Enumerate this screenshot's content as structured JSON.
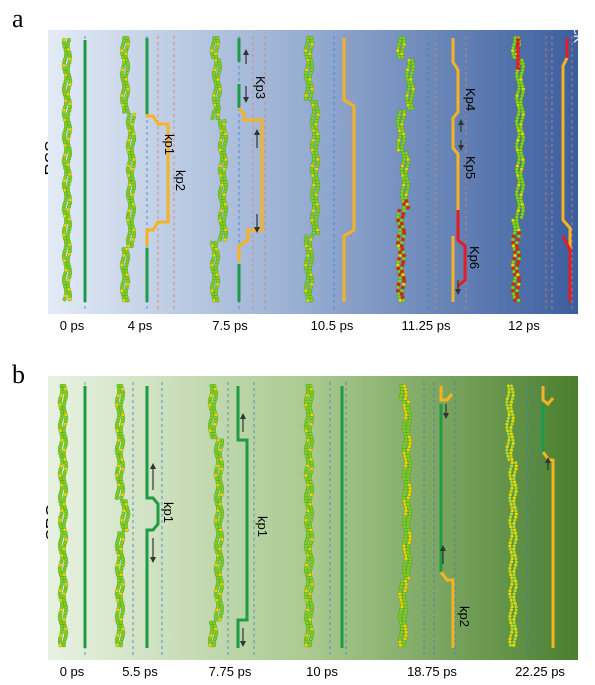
{
  "panel_a": {
    "letter": "a",
    "label": "RSS",
    "times": [
      "0 ps",
      "4 ps",
      "7.5 ps",
      "10.5 ps",
      "11.25 ps",
      "12 ps"
    ],
    "annotations": [
      "kp1",
      "kp2",
      "Kp3",
      "Kp4",
      "Kp5",
      "Kp6",
      "cK"
    ]
  },
  "panel_b": {
    "letter": "b",
    "label": "SRO",
    "times": [
      "0 ps",
      "5.5 ps",
      "7.75 ps",
      "10 ps",
      "18.75 ps",
      "22.25 ps"
    ],
    "annotations": [
      "kp1",
      "kp1",
      "kp2"
    ]
  },
  "colors": {
    "dislocation_green": "#1e9b45",
    "kink_orange": "#f5b324",
    "cross_kink_red": "#e51c23",
    "atom_green": "#7ed321",
    "atom_yellow": "#e8d800",
    "panel_a_gradient": [
      "#dfe8f4",
      "#3b5e9e"
    ],
    "panel_b_gradient": [
      "#e6f1e0",
      "#4a7f2e"
    ]
  }
}
